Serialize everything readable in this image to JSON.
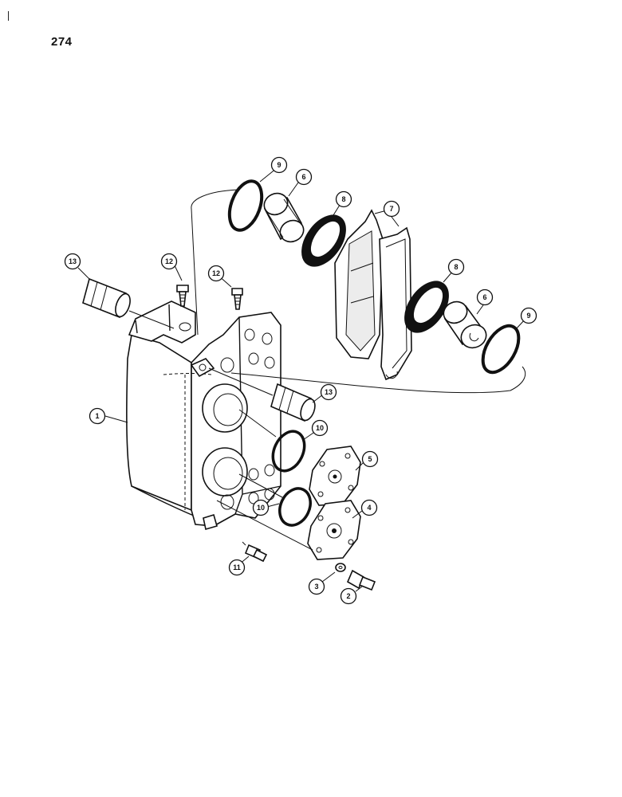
{
  "page": {
    "number": "274"
  },
  "callouts": [
    {
      "id": "c1",
      "label": "1"
    },
    {
      "id": "c2",
      "label": "2"
    },
    {
      "id": "c3",
      "label": "3"
    },
    {
      "id": "c4",
      "label": "4"
    },
    {
      "id": "c5",
      "label": "5"
    },
    {
      "id": "c6a",
      "label": "6"
    },
    {
      "id": "c6b",
      "label": "6"
    },
    {
      "id": "c7",
      "label": "7"
    },
    {
      "id": "c8a",
      "label": "8"
    },
    {
      "id": "c8b",
      "label": "8"
    },
    {
      "id": "c9a",
      "label": "9"
    },
    {
      "id": "c9b",
      "label": "9"
    },
    {
      "id": "c10a",
      "label": "10"
    },
    {
      "id": "c10b",
      "label": "10"
    },
    {
      "id": "c11",
      "label": "11"
    },
    {
      "id": "c12a",
      "label": "12"
    },
    {
      "id": "c12b",
      "label": "12"
    },
    {
      "id": "c13a",
      "label": "13"
    },
    {
      "id": "c13b",
      "label": "13"
    }
  ]
}
